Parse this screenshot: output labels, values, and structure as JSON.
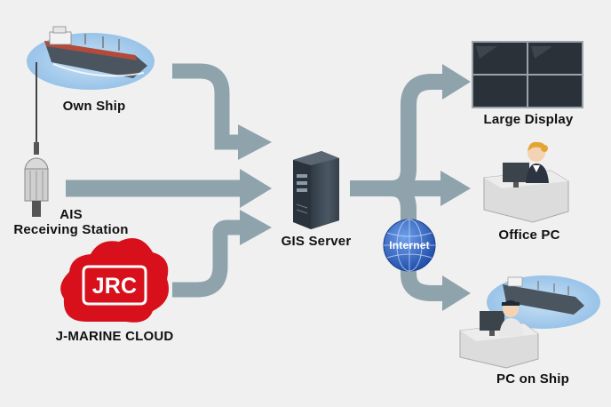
{
  "nodes": {
    "own_ship": {
      "label": "Own Ship"
    },
    "ais": {
      "label": "AIS\nReceiving Station"
    },
    "jrc_cloud": {
      "label": "J-MARINE CLOUD",
      "logo_text": "JRC"
    },
    "gis_server": {
      "label": "GIS Server"
    },
    "internet": {
      "label": "Internet"
    },
    "large_display": {
      "label": "Large Display"
    },
    "office_pc": {
      "label": "Office PC"
    },
    "pc_on_ship": {
      "label": "PC on Ship"
    }
  },
  "colors": {
    "background": "#f0f0f0",
    "arrow": "#8fa3ad",
    "cloud_red": "#d7101c",
    "sea_blue": "#a9cdea",
    "server_dark": "#3e4a55",
    "globe_blue": "#2f5fb8",
    "screen_dark": "#2b3138"
  },
  "icons": [
    "ship-icon",
    "antenna-icon",
    "cloud-icon",
    "server-icon",
    "globe-icon",
    "display-wall-icon",
    "office-worker-icon",
    "ship-worker-icon",
    "arrow-icon"
  ]
}
